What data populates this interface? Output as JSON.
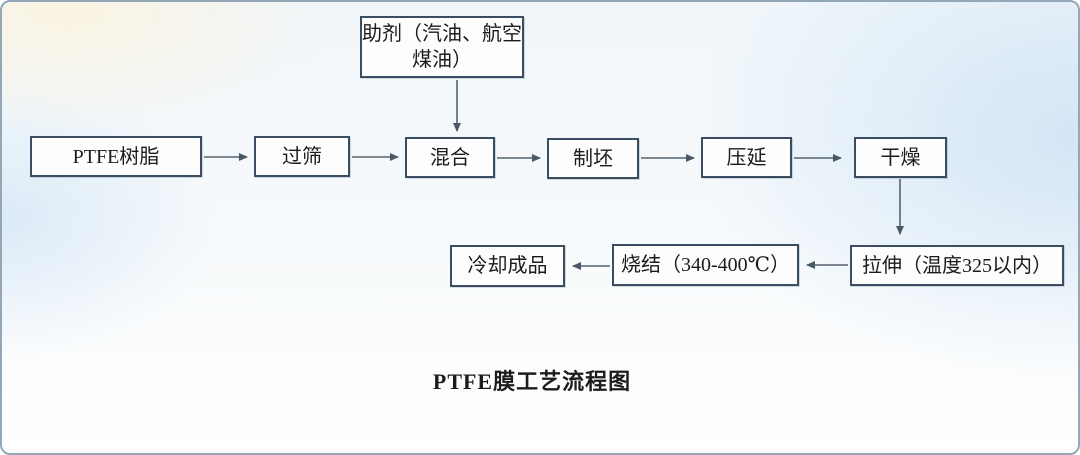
{
  "diagram": {
    "caption": "PTFE膜工艺流程图",
    "nodes": {
      "additive": {
        "label": "助剂（汽油、航空煤油）"
      },
      "resin": {
        "label": "PTFE树脂"
      },
      "sieve": {
        "label": "过筛"
      },
      "mix": {
        "label": "混合"
      },
      "billet": {
        "label": "制坯"
      },
      "calender": {
        "label": "压延"
      },
      "dry": {
        "label": "干燥"
      },
      "stretch": {
        "label": "拉伸（温度325以内）"
      },
      "sinter": {
        "label": "烧结（340-400℃）"
      },
      "cool": {
        "label": "冷却成品"
      }
    },
    "edges": [
      {
        "from": "resin",
        "to": "sieve"
      },
      {
        "from": "sieve",
        "to": "mix"
      },
      {
        "from": "additive",
        "to": "mix"
      },
      {
        "from": "mix",
        "to": "billet"
      },
      {
        "from": "billet",
        "to": "calender"
      },
      {
        "from": "calender",
        "to": "dry"
      },
      {
        "from": "dry",
        "to": "stretch"
      },
      {
        "from": "stretch",
        "to": "sinter"
      },
      {
        "from": "sinter",
        "to": "cool"
      }
    ],
    "colors": {
      "box_border": "#3b4d60",
      "box_fill": "#fdfdfe",
      "arrow": "#55626f",
      "outer_border": "#93a7b7",
      "background_tint_topleft": "#faf3e2",
      "background_tint_blue": "#cde2f4"
    }
  }
}
